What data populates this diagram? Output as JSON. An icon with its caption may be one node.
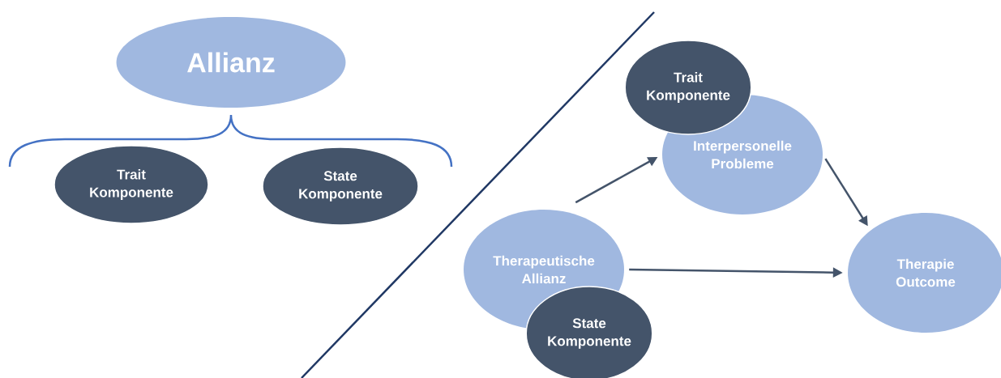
{
  "diagram": {
    "nodes": [
      {
        "text": [
          "Allianz"
        ]
      },
      {
        "text": [
          "Trait Komponente"
        ]
      },
      {
        "text": [
          "State Komponente"
        ]
      },
      {
        "text": [
          "Interpersonelle Probleme"
        ]
      },
      {
        "text": [
          "Trait Komponente"
        ]
      },
      {
        "text": [
          "Therapeutische Allianz"
        ]
      },
      {
        "text": [
          "State Komponente"
        ]
      },
      {
        "text": [
          "Therapie Outcome"
        ]
      }
    ],
    "edges": [
      {
        "from": 5,
        "to": 3,
        "arrow": "to"
      },
      {
        "from": 3,
        "to": 7,
        "arrow": "to"
      },
      {
        "from": 5,
        "to": 7,
        "arrow": "to"
      }
    ]
  }
}
